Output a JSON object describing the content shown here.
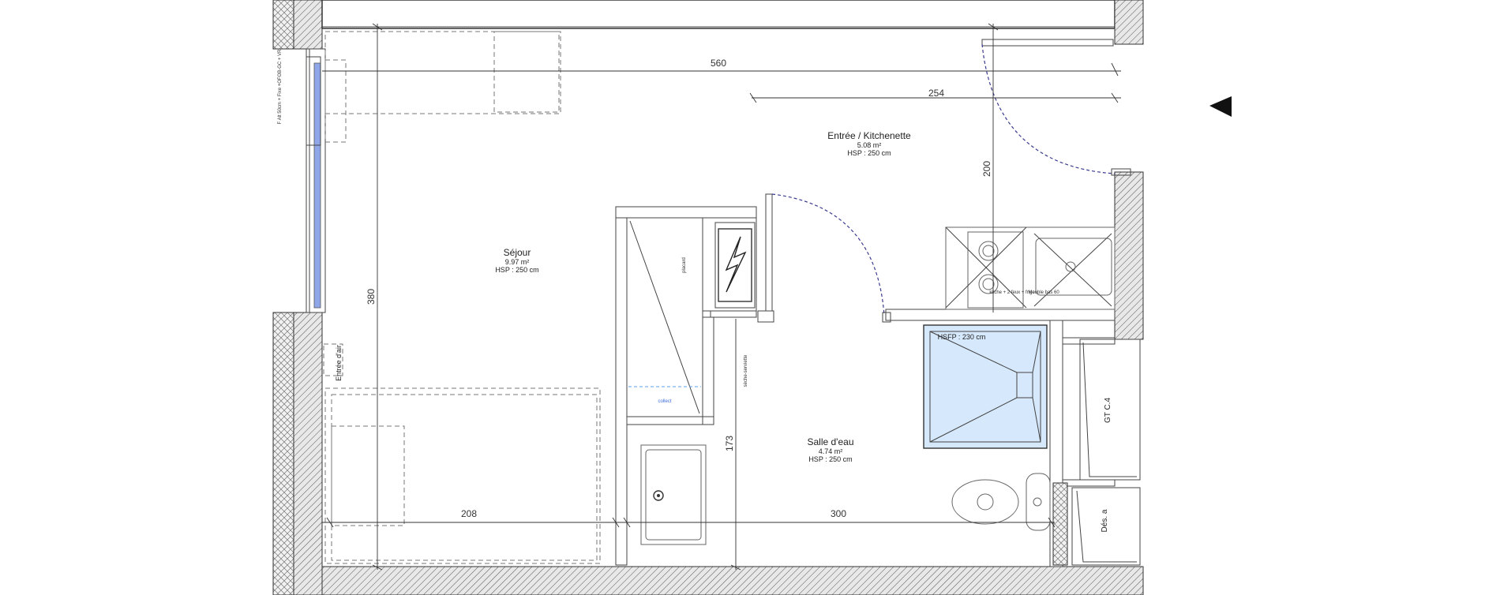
{
  "rooms": {
    "sejour": {
      "name": "Séjour",
      "area": "9.97 m²",
      "height": "HSP : 250 cm"
    },
    "entree": {
      "name": "Entrée / Kitchenette",
      "area": "5.08 m²",
      "height": "HSP : 250 cm"
    },
    "salle_eau": {
      "name": "Salle d'eau",
      "area": "4.74 m²",
      "height": "HSP : 250 cm"
    }
  },
  "dimensions": {
    "width_top": "560",
    "width_entry": "254",
    "height_sejour": "380",
    "height_entry": "200",
    "height_bath": "173",
    "width_bottom_left": "208",
    "width_bottom_right": "300"
  },
  "annotations": {
    "window": "F Alt 50cm + Fixe +OFOB-GC + VR",
    "air_intake": "Entrée d'air",
    "shower_height": "HSFP : 230 cm",
    "gaine_technique": "GT C.4",
    "desenfumage": "Dés. a",
    "placard": "placard",
    "collect": "collect",
    "seche_serviette": "sèche-serviette",
    "plaque": "kitche + 2 feux + frigo",
    "meuble_bas": "Meuble bas 60"
  },
  "icons": {
    "orientation": "north-arrow-icon",
    "electric_panel": "electric-panel-icon"
  },
  "colors": {
    "shower": "#d6e8fb",
    "door_swing": "#3b3b8f",
    "window": "#8fa6e8"
  }
}
